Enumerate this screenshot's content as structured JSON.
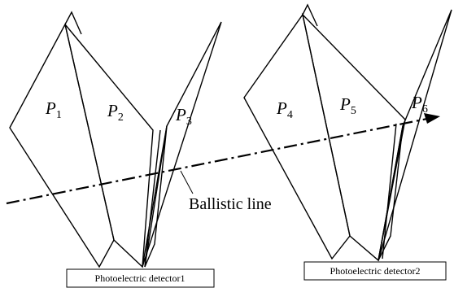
{
  "planes": [
    {
      "letter": "P",
      "sub": "1"
    },
    {
      "letter": "P",
      "sub": "2"
    },
    {
      "letter": "P",
      "sub": "3"
    },
    {
      "letter": "P",
      "sub": "4"
    },
    {
      "letter": "P",
      "sub": "5"
    },
    {
      "letter": "P",
      "sub": "6"
    }
  ],
  "ballistic_label": "Ballistic line",
  "detectors": [
    {
      "label": "Photoelectric detector1"
    },
    {
      "label": "Photoelectric detector2"
    }
  ]
}
